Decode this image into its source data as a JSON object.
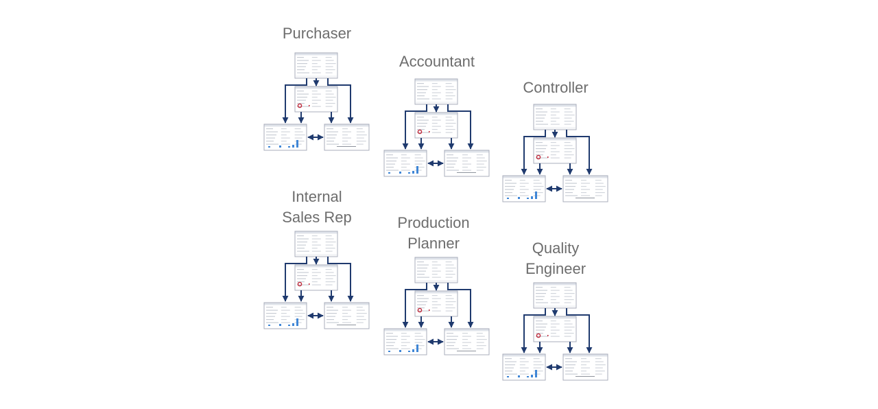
{
  "roles": [
    {
      "title": "Purchaser"
    },
    {
      "title": "Accountant"
    },
    {
      "title": "Controller"
    },
    {
      "title": "Internal\nSales Rep"
    },
    {
      "title": "Production\nPlanner"
    },
    {
      "title": "Quality\nEngineer"
    }
  ],
  "colors": {
    "arrow": "#1f3a6e",
    "title": "#6d6d6d",
    "thumb_border": "#a9aebb",
    "thumb_bg": "#f4f5f7",
    "chart_bar": "#3f86d6",
    "donut": "#c2293b"
  }
}
